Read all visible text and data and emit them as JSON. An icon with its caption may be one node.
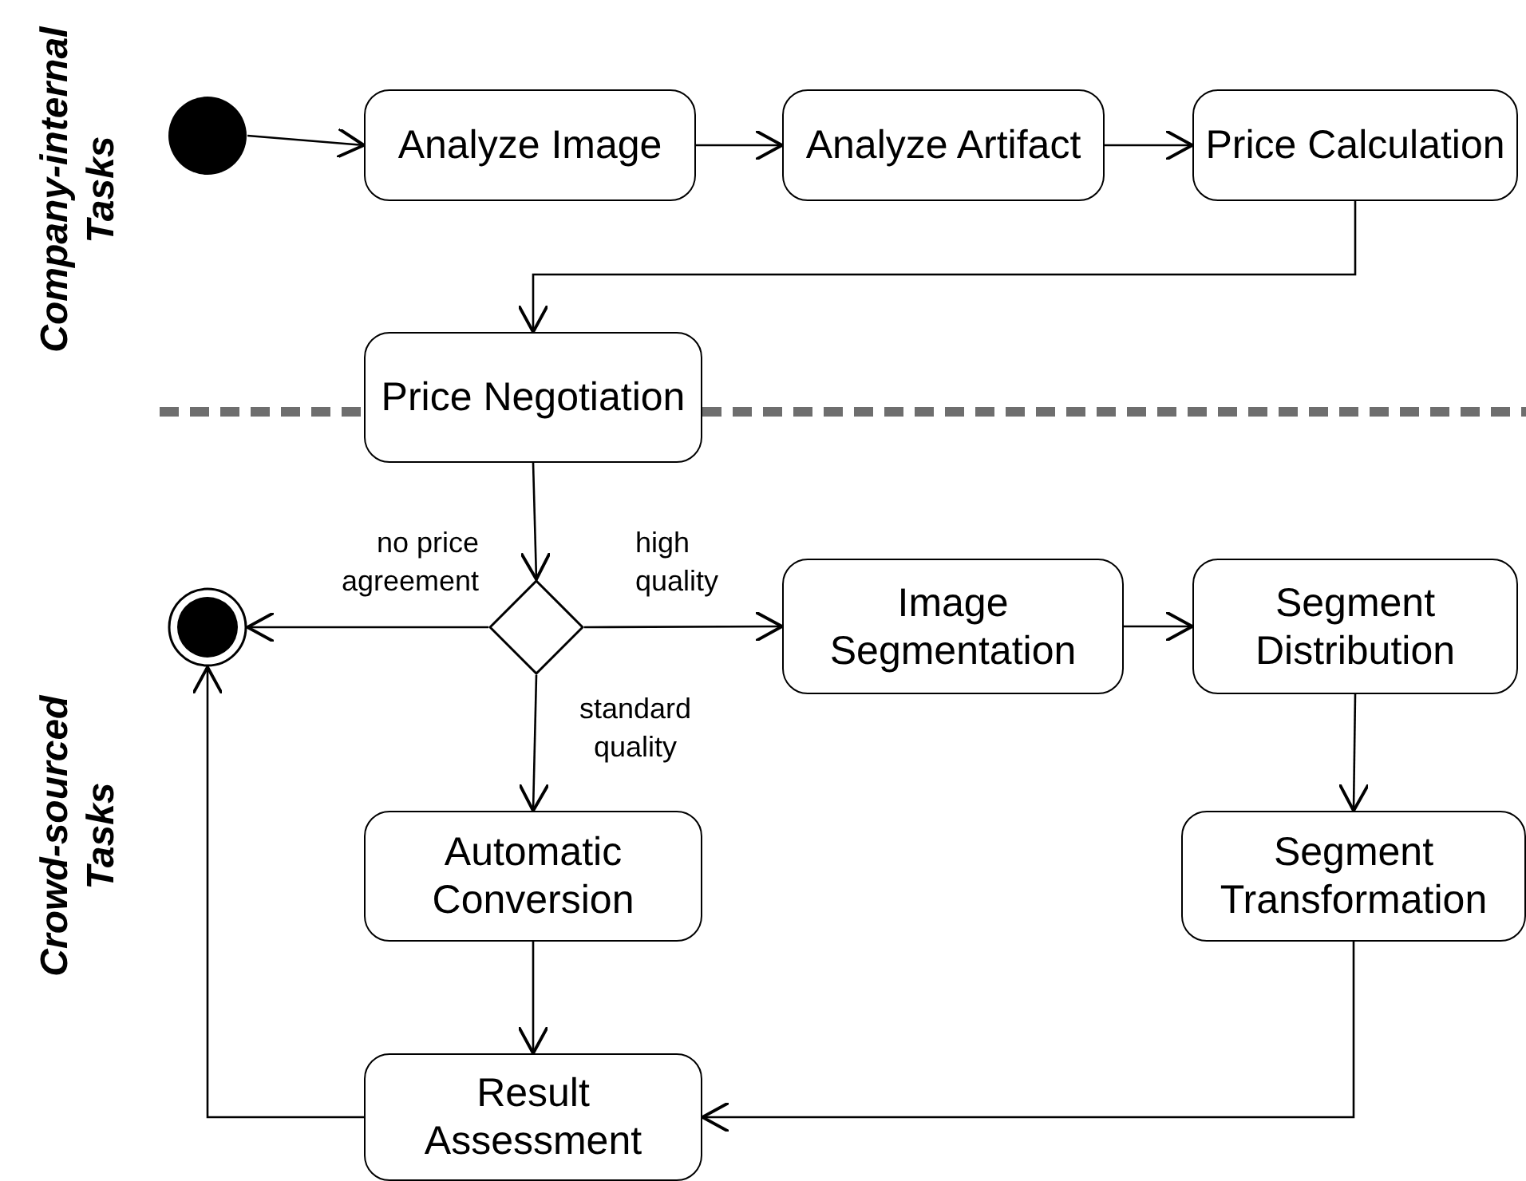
{
  "diagram": {
    "nodes": [
      {
        "text": [],
        "shape": "circle"
      },
      {
        "text": [
          "Analyze Image"
        ]
      },
      {
        "text": [
          "Analyze Artifact"
        ]
      },
      {
        "text": [
          "Price Calculation"
        ]
      },
      {
        "text": [
          "Price Negotiation"
        ]
      },
      {
        "text": [],
        "shape": "circle"
      },
      {
        "text": [],
        "shape": "diamond"
      },
      {
        "text": [
          "Image Segmentation"
        ]
      },
      {
        "text": [
          "Segment Distribution"
        ]
      },
      {
        "text": [
          "Automatic Conversion"
        ]
      },
      {
        "text": [
          "Segment Transformation"
        ]
      },
      {
        "text": [
          "Result Assessment"
        ]
      }
    ],
    "edges": [
      {
        "from": 0,
        "to": 1,
        "arrow": "to"
      },
      {
        "from": 1,
        "to": 2,
        "arrow": "to"
      },
      {
        "from": 2,
        "to": 3,
        "arrow": "to"
      },
      {
        "from": 3,
        "to": 4,
        "arrow": "to"
      },
      {
        "from": 4,
        "to": 6,
        "arrow": "to"
      },
      {
        "from": 6,
        "to": 5,
        "arrow": "to",
        "label": "no price agreement"
      },
      {
        "from": 6,
        "to": 7,
        "arrow": "to",
        "label": "high quality"
      },
      {
        "from": 7,
        "to": 8,
        "arrow": "to"
      },
      {
        "from": 6,
        "to": 9,
        "arrow": "to",
        "label": "standard quality"
      },
      {
        "from": 8,
        "to": 10,
        "arrow": "to"
      },
      {
        "from": 9,
        "to": 11,
        "arrow": "to"
      },
      {
        "from": 10,
        "to": 11,
        "arrow": "to"
      },
      {
        "from": 11,
        "to": 5,
        "arrow": "to"
      }
    ],
    "labels": [
      "Company-internal Tasks",
      "Crowd-sourced Tasks"
    ]
  }
}
